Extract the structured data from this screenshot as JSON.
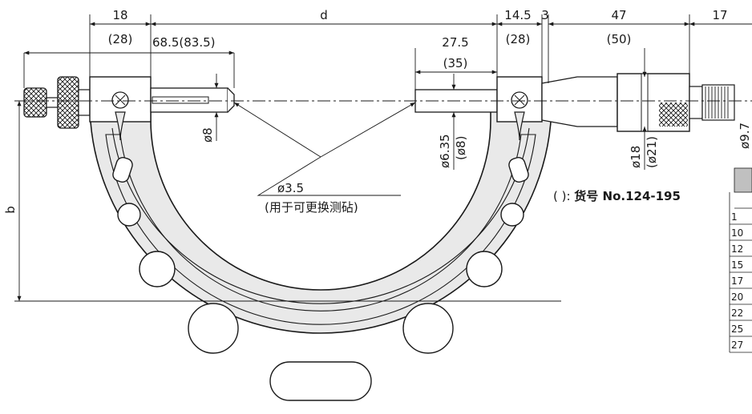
{
  "dimensions": {
    "d18": "18",
    "d18_alt": "(28)",
    "d": "d",
    "d68": "68.5(83.5)",
    "d14_5": "14.5",
    "d28": "(28)",
    "d3": "3",
    "d47": "47",
    "d50": "(50)",
    "d17": "17",
    "d27_5": "27.5",
    "d35": "(35)",
    "phi8": "ø8",
    "phi635": "ø6.35",
    "phi635_alt": "(ø8)",
    "phi18": "ø18",
    "phi21": "(ø21)",
    "phi97": "ø9.7",
    "b": "b"
  },
  "callout": {
    "phi35": "ø3.5",
    "note": "(用于可更换测砧)"
  },
  "legend": {
    "paren": "( ): ",
    "label": "货号 ",
    "code": "No.124-195"
  },
  "table": {
    "rows": [
      "",
      "1",
      "10",
      "12",
      "15",
      "17",
      "20",
      "22",
      "25",
      "27"
    ]
  },
  "colors": {
    "frame_fill": "#e9e9e9",
    "line": "#1a1a1a",
    "table_header": "#c0c0c0"
  }
}
